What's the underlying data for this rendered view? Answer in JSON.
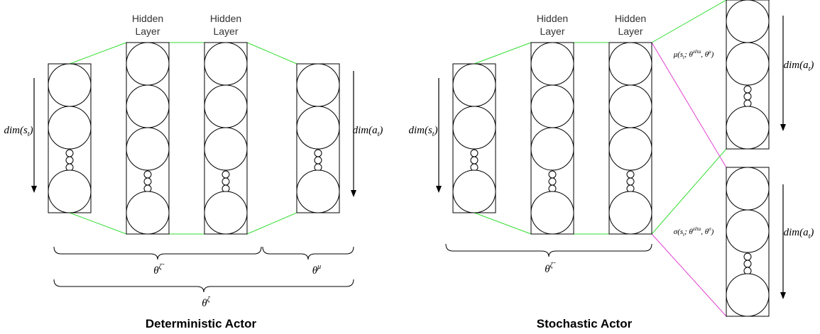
{
  "colors": {
    "connection_green": "#33dd33",
    "connection_magenta": "#e040d0",
    "stroke": "#000000"
  },
  "deterministic": {
    "title": "Deterministic Actor",
    "hidden_layer_1": [
      "Hidden",
      "Layer"
    ],
    "hidden_layer_2": [
      "Hidden",
      "Layer"
    ],
    "input_dim": {
      "main": "dim(",
      "sub": "s",
      "subsub": "t",
      "end": ")"
    },
    "output_dim": {
      "main": "dim(",
      "sub": "a",
      "subsub": "t",
      "end": ")"
    },
    "brace_body": {
      "base": "θ",
      "sup": "ζ̃"
    },
    "brace_head": {
      "base": "θ",
      "sup": "μ"
    },
    "brace_total": {
      "base": "θ",
      "sup": "ζ"
    }
  },
  "stochastic": {
    "title": "Stochastic Actor",
    "hidden_layer_1": [
      "Hidden",
      "Layer"
    ],
    "hidden_layer_2": [
      "Hidden",
      "Layer"
    ],
    "input_dim": {
      "main": "dim(",
      "sub": "s",
      "subsub": "t",
      "end": ")"
    },
    "mu_dim": {
      "main": "dim(",
      "sub": "a",
      "subsub": "t",
      "end": ")"
    },
    "sigma_dim": {
      "main": "dim(",
      "sub": "a",
      "subsub": "t",
      "end": ")"
    },
    "mu_label": "μ(s_t; θ^{zēta}, θ^μ)",
    "sigma_label": "σ(s_t; θ^{zēta}, θ^σ)",
    "brace_body": {
      "base": "θ",
      "sup": "ζ̃"
    }
  }
}
